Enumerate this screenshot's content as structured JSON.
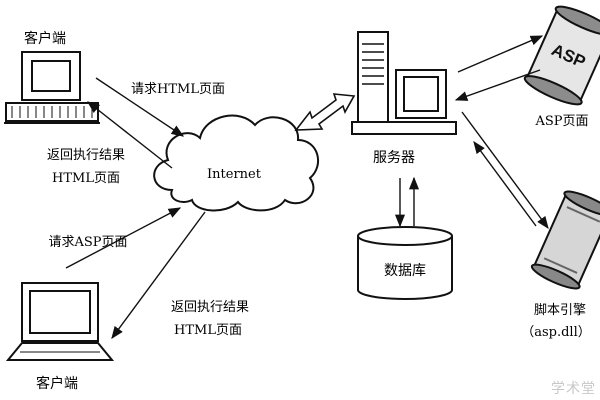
{
  "nodes": {
    "client_top": "客户端",
    "client_bottom": "客户端",
    "internet": "Internet",
    "server": "服务器",
    "database": "数据库",
    "asp_page": "ASP页面",
    "asp_scroll_text": "ASP",
    "script_engine_line1": "脚本引擎",
    "script_engine_line2": "（asp.dll）"
  },
  "edges": {
    "request_html_line1": "请求HTML页面",
    "return_result_html_line1": "返回执行结果",
    "return_result_html_line2": "HTML页面",
    "request_asp_line1": "请求ASP页面",
    "return_result_asp_line1": "返回执行结果",
    "return_result_asp_line2": "HTML页面"
  },
  "watermark": "学术堂"
}
